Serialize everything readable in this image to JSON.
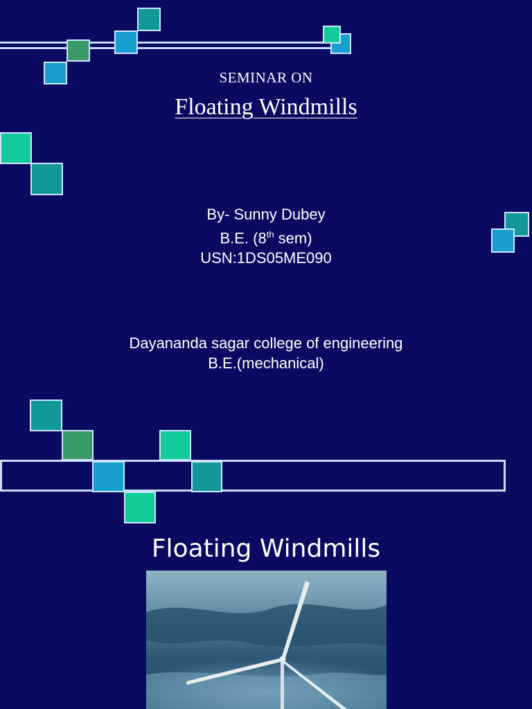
{
  "seminar": {
    "label": "SEMINAR  ON",
    "title": "Floating Windmills"
  },
  "author": {
    "by_line": "By- Sunny Dubey",
    "degree_prefix": "B.E. (8",
    "degree_sup": "th",
    "degree_suffix": " sem)",
    "usn": "USN:1DS05ME090"
  },
  "college": {
    "name": "Dayananda sagar college of engineering",
    "branch": "B.E.(mechanical)"
  },
  "section": {
    "title": "Floating Windmills"
  },
  "colors": {
    "background": "#0a0a60",
    "teal": "#13989a",
    "green": "#3b9a6a",
    "blue": "#179fd0",
    "mint": "#11cc99",
    "line": "#c7ddf5"
  }
}
